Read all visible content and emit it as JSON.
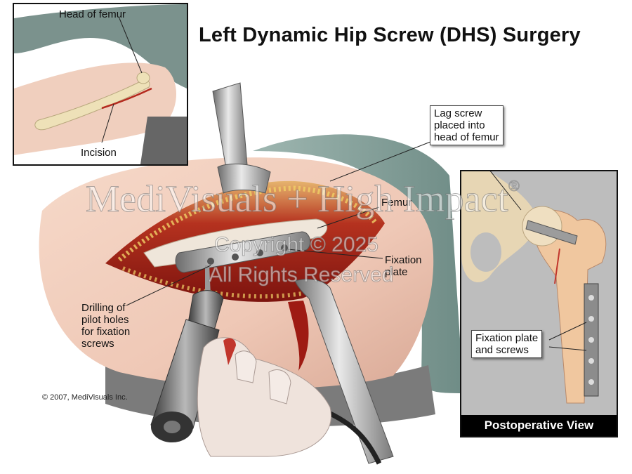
{
  "title": "Left Dynamic Hip Screw (DHS) Surgery",
  "labels": {
    "head_of_femur": "Head of femur",
    "incision": "Incision",
    "lag_screw_line1": "Lag screw",
    "lag_screw_line2": "placed into",
    "lag_screw_line3": "head of femur",
    "femur": "Femur",
    "fixation_plate_line1": "Fixation",
    "fixation_plate_line2": "plate",
    "drilling_line1": "Drilling of",
    "drilling_line2": "pilot holes",
    "drilling_line3": "for fixation",
    "drilling_line4": "screws",
    "plate_and_screws_line1": "Fixation plate",
    "plate_and_screws_line2": "and screws"
  },
  "postop_caption": "Postoperative View",
  "watermark": {
    "brand": "MediVisuals",
    "plus": "+",
    "high": "High",
    "impact": "Impact",
    "registered": "®",
    "copyright_line": "Copyright © 2025",
    "rights_line": "All Rights Reserved"
  },
  "copyright_note": "© 2007, MediVisuals Inc."
}
